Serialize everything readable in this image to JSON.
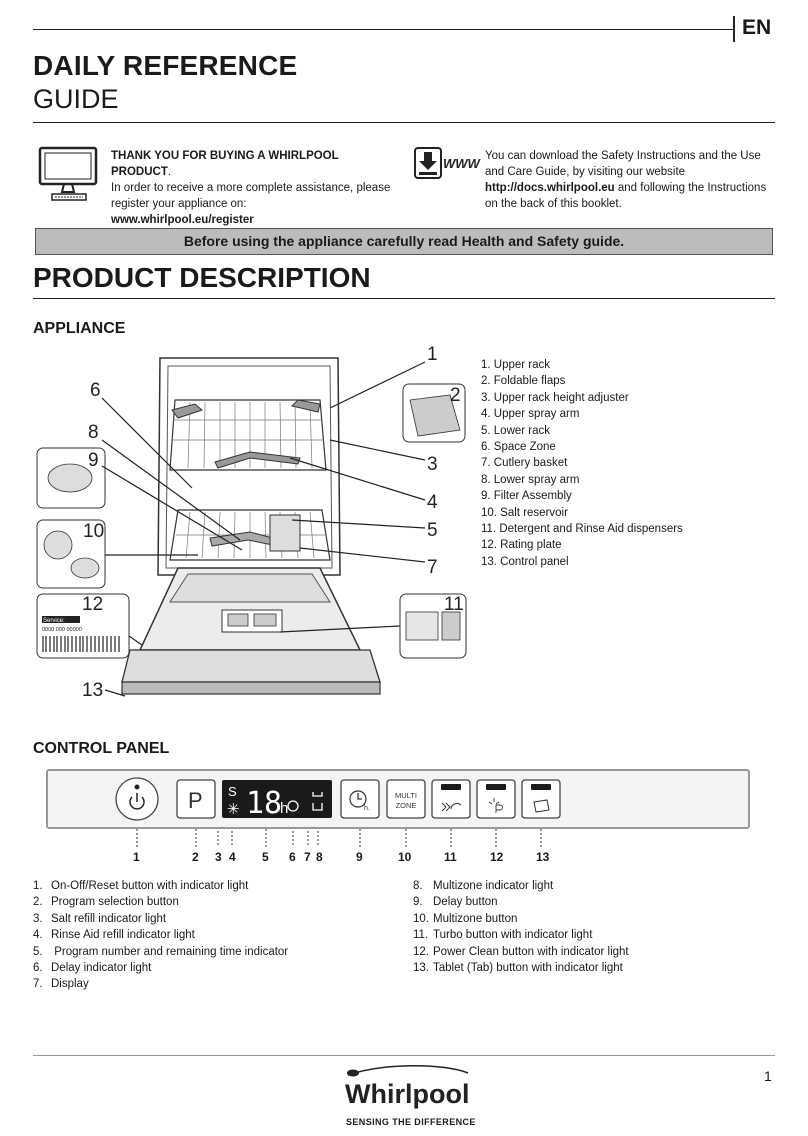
{
  "header": {
    "lang": "EN",
    "title": "DAILY REFERENCE",
    "subtitle": "GUIDE"
  },
  "intro": {
    "thanks_bold": "THANK YOU FOR BUYING A WHIRLPOOL PRODUCT",
    "thanks_dot": ".",
    "thanks_text": "In order to receive a more complete assistance, please register your appliance on:",
    "register_url": "www.whirlpool.eu/register",
    "www_icon_label": "WWW",
    "download_text": "You can download the Safety Instructions and the Use and Care Guide, by visiting our website",
    "docs_url": "http://docs.whirlpool.eu",
    "download_text2": " and following the Instructions on the back of this booklet."
  },
  "banner": "Before using the appliance carefully read Health and Safety guide.",
  "product_description": "PRODUCT DESCRIPTION",
  "appliance": {
    "heading": "APPLIANCE",
    "legend": [
      "1. Upper rack",
      "2. Foldable flaps",
      "3. Upper rack height adjuster",
      "4. Upper spray arm",
      "5. Lower rack",
      "6. Space Zone",
      "7. Cutlery basket",
      "8. Lower spray arm",
      "9. Filter Assembly",
      "10. Salt reservoir",
      "11. Detergent and Rinse Aid dispensers",
      "12. Rating plate",
      "13. Control panel"
    ],
    "callouts": [
      "1",
      "2",
      "3",
      "4",
      "5",
      "6",
      "7",
      "8",
      "9",
      "10",
      "11",
      "12",
      "13"
    ],
    "service_label": "Service:",
    "service_number": "0000 000 00000"
  },
  "control_panel": {
    "heading": "CONTROL PANEL",
    "program_letter": "P",
    "display_digits": "18",
    "display_unit": "h",
    "delay_unit": "h.",
    "multi_line1": "MULTI",
    "multi_line2": "ZONE",
    "numbers": [
      "1",
      "2",
      "3",
      "4",
      "5",
      "6",
      "7",
      "8",
      "9",
      "10",
      "11",
      "12",
      "13"
    ],
    "items_left": [
      {
        "n": "1.",
        "t": "On-Off/Reset button with indicator light"
      },
      {
        "n": "2.",
        "t": "Program selection button"
      },
      {
        "n": "3.",
        "t": "Salt refill indicator light"
      },
      {
        "n": "4.",
        "t": "Rinse Aid refill indicator light"
      },
      {
        "n": "5.",
        "t": " Program number and remaining time indicator"
      },
      {
        "n": "6.",
        "t": "Delay indicator light"
      },
      {
        "n": "7.",
        "t": "Display"
      }
    ],
    "items_right": [
      {
        "n": "8.",
        "t": "Multizone indicator light"
      },
      {
        "n": "9.",
        "t": "Delay button"
      },
      {
        "n": "10.",
        "t": "Multizone button"
      },
      {
        "n": "11.",
        "t": "Turbo button with indicator light"
      },
      {
        "n": "12.",
        "t": "Power Clean button with indicator light"
      },
      {
        "n": "13.",
        "t": "Tablet (Tab) button with indicator light"
      }
    ]
  },
  "footer": {
    "page": "1",
    "brand": "Whirlpool",
    "tagline": "SENSING THE DIFFERENCE"
  }
}
